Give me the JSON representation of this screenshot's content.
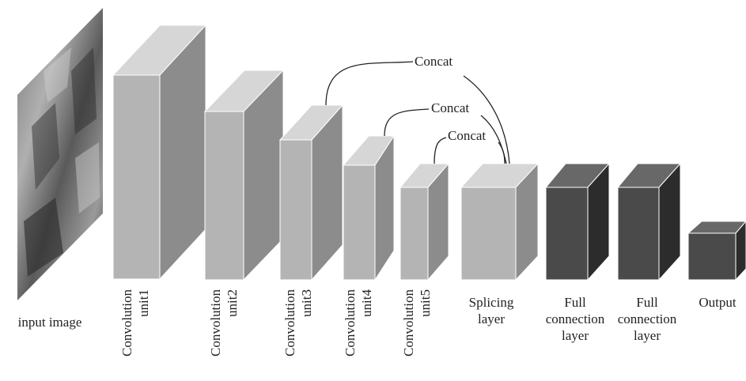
{
  "input": {
    "label": "input image"
  },
  "units": [
    {
      "line1": "Convolution",
      "line2": "unit1"
    },
    {
      "line1": "Convolution",
      "line2": "unit2"
    },
    {
      "line1": "Convolution",
      "line2": "unit3"
    },
    {
      "line1": "Convolution",
      "line2": "unit4"
    },
    {
      "line1": "Convolution",
      "line2": "unit5"
    }
  ],
  "splicing": {
    "line1": "Splicing",
    "line2": "layer"
  },
  "fc": [
    {
      "line1": "Full",
      "line2": "connection",
      "line3": "layer"
    },
    {
      "line1": "Full",
      "line2": "connection",
      "line3": "layer"
    }
  ],
  "output": {
    "label": "Output"
  },
  "concat": [
    "Concat",
    "Concat",
    "Concat"
  ],
  "colors": {
    "light_front": "#b4b4b4",
    "light_top": "#d6d6d6",
    "light_side": "#8c8c8c",
    "dark_front": "#4a4a4a",
    "dark_top": "#686868",
    "dark_side": "#2c2c2c"
  }
}
